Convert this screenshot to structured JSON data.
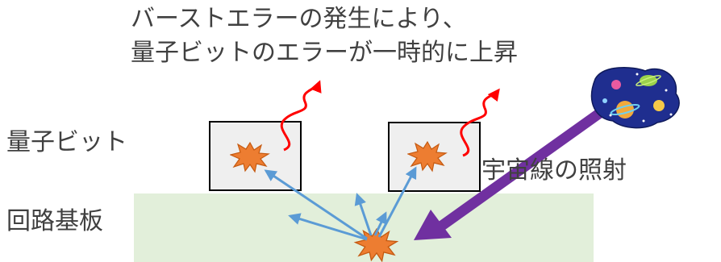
{
  "labels": {
    "title_line1": "バーストエラーの発生により、",
    "title_line2": "量子ビットのエラーが一時的に上昇",
    "qubit": "量子ビット",
    "circuit_board": "回路基板",
    "cosmic_ray": "宇宙線の照射"
  },
  "colors": {
    "board_fill": "#e2efda",
    "qubit_fill": "#efefef",
    "burst_fill": "#ed7d31",
    "error_signal": "#ff0000",
    "scatter_arrows": "#5b9bd5",
    "cosmic_ray_arrow": "#7030a0",
    "space_bg": "#1f2e8f"
  },
  "icons": [
    "burst-icon",
    "space-planets-icon",
    "wavy-error-arrow"
  ]
}
